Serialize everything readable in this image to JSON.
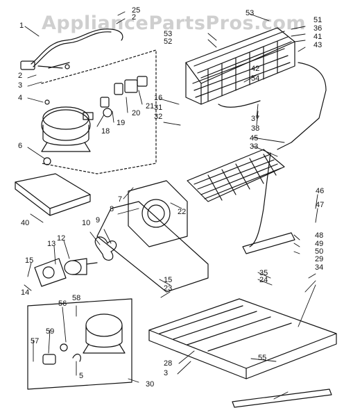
{
  "watermark": "AppliancePartsPros.com",
  "callouts": [
    "1",
    "2",
    "3",
    "4",
    "6",
    "25",
    "2",
    "53",
    "52",
    "16",
    "31",
    "32",
    "21",
    "20",
    "19",
    "18",
    "53",
    "51",
    "36",
    "41",
    "43",
    "42",
    "54",
    "37",
    "38",
    "45",
    "33",
    "40",
    "8",
    "22",
    "7",
    "9",
    "10",
    "12",
    "13",
    "15",
    "14",
    "15",
    "23",
    "46",
    "47",
    "48",
    "49",
    "50",
    "29",
    "34",
    "35",
    "24",
    "28",
    "3",
    "55",
    "56",
    "58",
    "59",
    "57",
    "5",
    "30"
  ],
  "parts": {
    "wire_harness": "wire-harness",
    "compressor": "compressor",
    "condenser": "condenser-coil",
    "evaporator": "evaporator-coil",
    "drain_pan": "drain-pan",
    "fan_shroud": "fan-shroud",
    "fan_blade": "fan-blade",
    "fan_motor": "fan-motor",
    "base_frame": "base-frame",
    "service_compressor": "service-compressor-kit"
  },
  "colors": {
    "ink": "#111111",
    "watermark": "#cfcfcf",
    "paper": "#ffffff"
  }
}
